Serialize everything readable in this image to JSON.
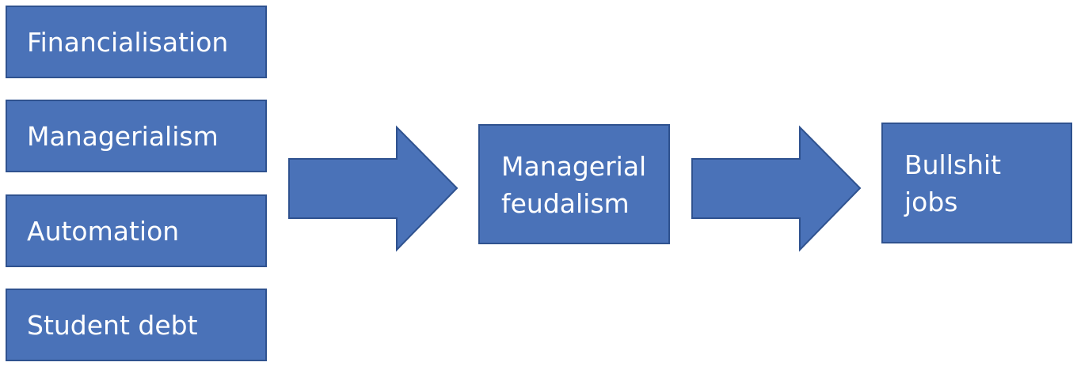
{
  "causes": [
    {
      "label": "Financialisation"
    },
    {
      "label": "Managerialism"
    },
    {
      "label": "Automation"
    },
    {
      "label": "Student debt"
    }
  ],
  "middle": {
    "line1": "Managerial",
    "line2": "feudalism"
  },
  "result": {
    "line1": "Bullshit",
    "line2": "jobs"
  },
  "colors": {
    "box_fill": "#4a72b8",
    "box_border": "#2f528f",
    "text": "#ffffff"
  }
}
